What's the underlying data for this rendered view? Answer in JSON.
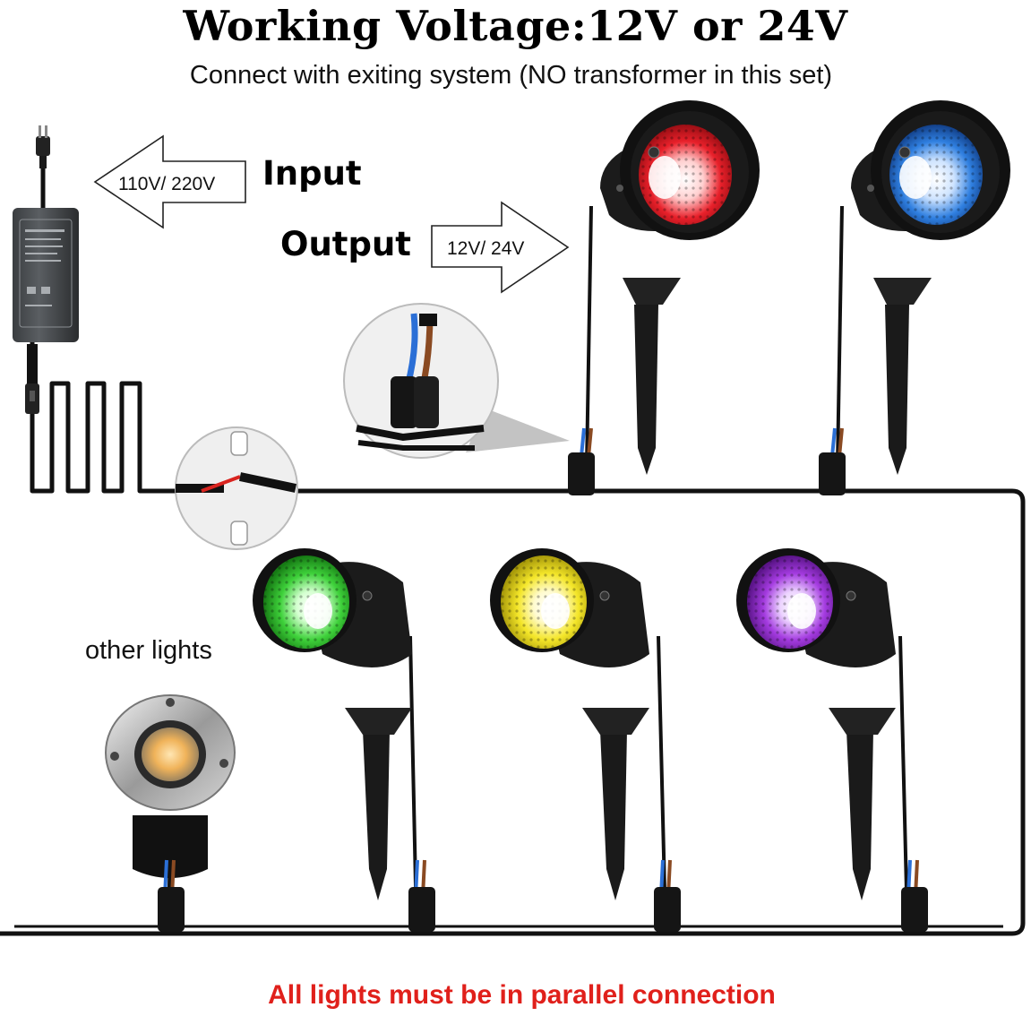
{
  "header": {
    "title": "Working Voltage:12V or 24V",
    "subtitle": "Connect with exiting system (NO transformer in this set)"
  },
  "flow": {
    "input_label": "Input",
    "input_arrow_text": "110V/ 220V",
    "output_label": "Output",
    "output_arrow_text": "12V/ 24V"
  },
  "misc": {
    "other_lights_label": "other lights"
  },
  "footer": {
    "note": "All lights must be in parallel connection"
  },
  "lights": [
    {
      "name": "spotlight-red",
      "color": "#e8202a"
    },
    {
      "name": "spotlight-blue",
      "color": "#2f7fe0"
    },
    {
      "name": "spotlight-green",
      "color": "#3ed13a"
    },
    {
      "name": "spotlight-yellow",
      "color": "#f4e629"
    },
    {
      "name": "spotlight-purple",
      "color": "#a43be0"
    }
  ],
  "colors": {
    "cable": "#111111",
    "housing": "#1a1a1a",
    "footer_text": "#e0201b",
    "wire_blue": "#2b6fd6",
    "wire_brown": "#8a4a22",
    "wire_red": "#d9241f"
  }
}
